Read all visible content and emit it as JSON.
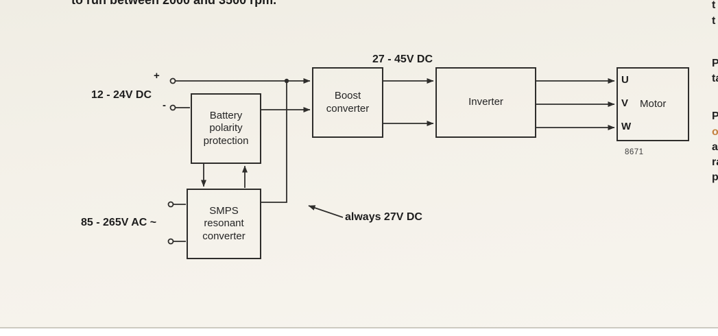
{
  "page": {
    "top_text_fragment": "to run between 2000 and 3500 rpm.",
    "figure_number": "8671",
    "right_column_fragments": [
      {
        "text": "t"
      },
      {
        "text": "t"
      },
      {
        "text": "P"
      },
      {
        "text": "ta"
      },
      {
        "text": "P"
      },
      {
        "text": "o",
        "color": "#c4813f"
      },
      {
        "text": "a"
      },
      {
        "text": "ra"
      },
      {
        "text": "p"
      }
    ]
  },
  "diagram": {
    "inputs": {
      "dc_label": "12 - 24V DC",
      "dc_plus_sign": "+",
      "dc_minus_sign": "-",
      "ac_label": "85 - 265V AC ~"
    },
    "blocks": {
      "battery_protection": "Battery polarity protection",
      "smps": "SMPS resonant converter",
      "boost": "Boost converter",
      "inverter": "Inverter",
      "motor": "Motor"
    },
    "motor_terminals": [
      "U",
      "V",
      "W"
    ],
    "labels": {
      "bus_voltage": "27 - 45V DC",
      "smps_output": "always 27V DC"
    },
    "colors": {
      "ink": "#2e2d2b",
      "paper": "#f4f1e9",
      "accent_fragment": "#c4813f"
    }
  }
}
